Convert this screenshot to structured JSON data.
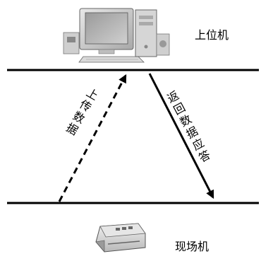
{
  "nodes": {
    "upper": {
      "label": "上位机",
      "icon": "desktop-computer-icon"
    },
    "field": {
      "label": "现场机",
      "icon": "field-device-icon"
    }
  },
  "arrows": {
    "upload": {
      "label": "上传数据",
      "style": "dashed"
    },
    "response": {
      "label": "返回数据应答",
      "style": "solid"
    }
  }
}
